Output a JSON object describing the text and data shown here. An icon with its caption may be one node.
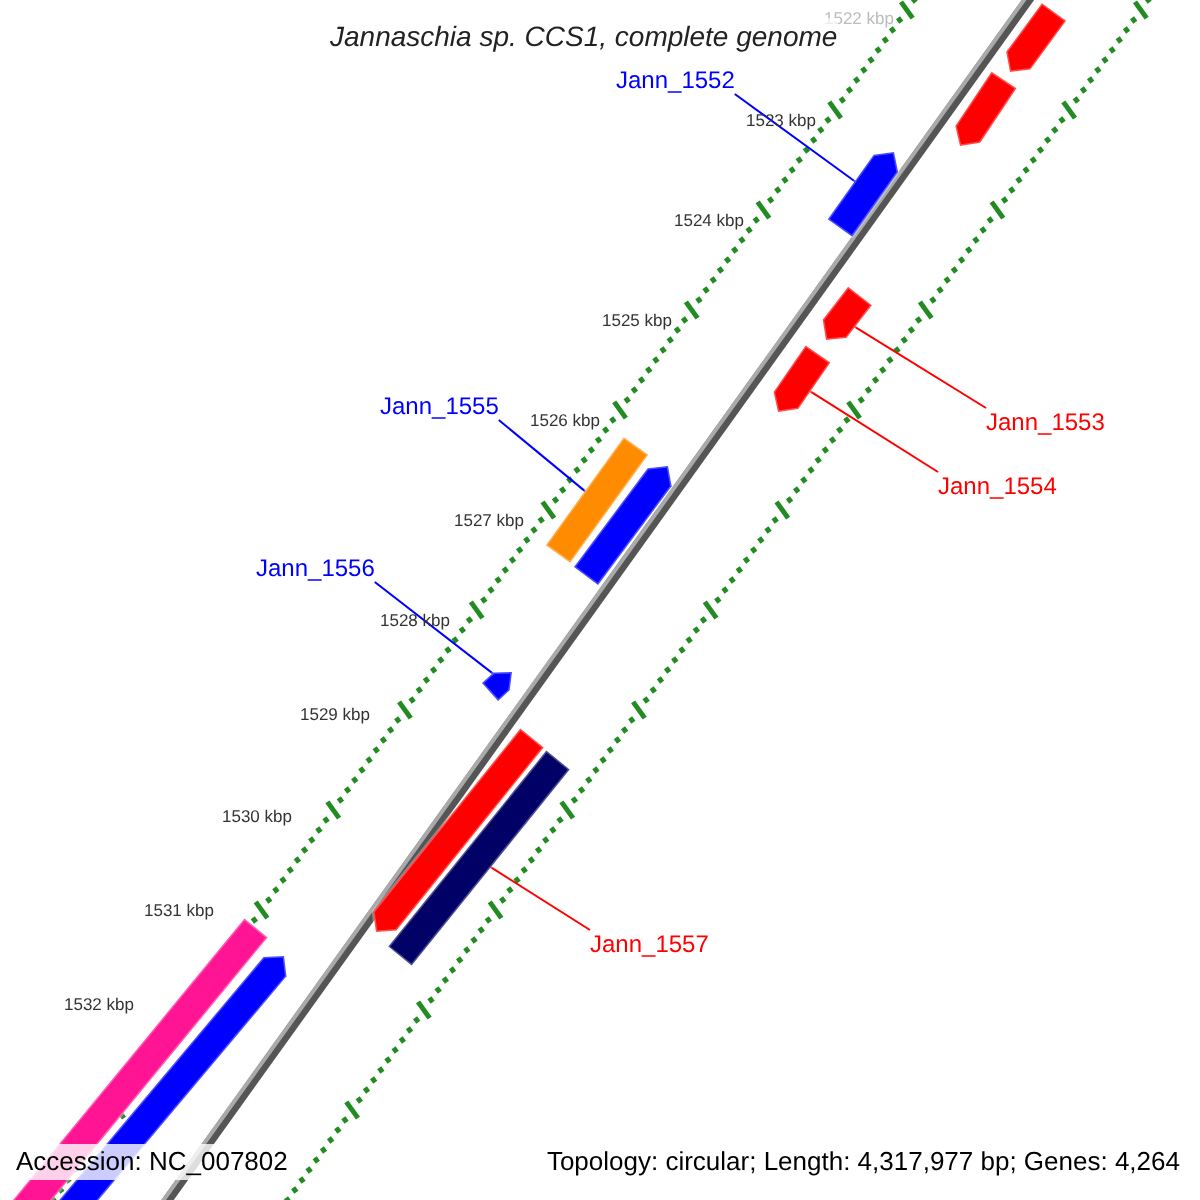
{
  "diagram": {
    "title": "Jannaschia sp. CCS1, complete genome",
    "nodes": [
      {
        "text": [
          "Jann_1552"
        ]
      },
      {
        "text": [
          "Jann_1555"
        ]
      },
      {
        "text": [
          "Jann_1553"
        ]
      },
      {
        "text": [
          "Jann_1554"
        ]
      },
      {
        "text": [
          "Jann_1556"
        ]
      },
      {
        "text": [
          "Jann_1557"
        ]
      },
      {
        "text": [],
        "shape": "bar"
      },
      {
        "text": [],
        "shape": "bar"
      },
      {
        "text": [],
        "shape": "bar"
      },
      {
        "text": [],
        "shape": "bar"
      },
      {
        "text": [],
        "shape": "bar"
      },
      {
        "text": [],
        "shape": "bar"
      },
      {
        "text": [],
        "shape": "bar"
      },
      {
        "text": [],
        "shape": "bar"
      },
      {
        "text": [],
        "shape": "bar"
      },
      {
        "text": [],
        "shape": "bar"
      },
      {
        "text": [],
        "shape": "bar"
      },
      {
        "text": [],
        "shape": "bar"
      }
    ],
    "edges": [
      {
        "from": 0,
        "to": 8,
        "arrow": "none"
      },
      {
        "from": 1,
        "to": 11,
        "arrow": "none"
      },
      {
        "from": 2,
        "to": 9,
        "arrow": "none",
        "color": "#ff0000"
      },
      {
        "from": 3,
        "to": 10,
        "arrow": "none",
        "color": "#ff0000"
      },
      {
        "from": 4,
        "to": 13,
        "arrow": "none"
      },
      {
        "from": 5,
        "to": 15,
        "arrow": "none",
        "color": "#ff0000"
      }
    ],
    "labels": [
      "1522 kbp",
      "1523 kbp",
      "1524 kbp",
      "1525 kbp",
      "1526 kbp",
      "1527 kbp",
      "1528 kbp",
      "1529 kbp",
      "1530 kbp",
      "1531 kbp",
      "1532 kbp",
      "Accession: NC_007802",
      "Topology: circular; Length: 4,317,977 bp; Genes: 4,264"
    ]
  }
}
